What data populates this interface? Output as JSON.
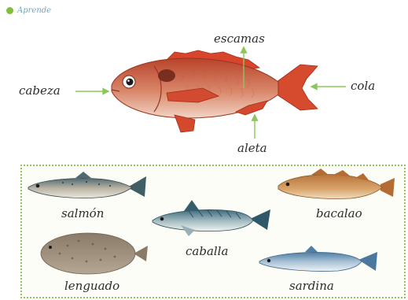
{
  "header": {
    "section": "Aprende"
  },
  "main_fish": {
    "parts": {
      "head": "cabeza",
      "scales": "escamas",
      "tail": "cola",
      "fin": "aleta"
    }
  },
  "fish_list": {
    "items": [
      "salmón",
      "caballa",
      "bacalao",
      "lenguado",
      "sardina"
    ]
  },
  "colors": {
    "accent_green": "#8cc65a",
    "arrow_green": "#8cc65a",
    "header_blue": "#6aa8c8"
  }
}
